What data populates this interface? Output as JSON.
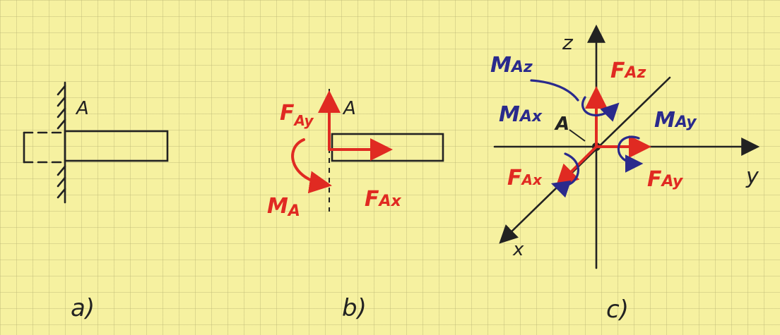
{
  "panel_a": {
    "point": "A",
    "caption": "a)"
  },
  "panel_b": {
    "point": "A",
    "caption": "b)",
    "fay_main": "F",
    "fay_sub": "Ay",
    "fax_main": "F",
    "fax_sub": "Ax",
    "ma_main": "M",
    "ma_sub": "A"
  },
  "panel_c": {
    "point": "A",
    "caption": "c)",
    "axis_z": "z",
    "axis_y": "y",
    "axis_x": "x",
    "faz_main": "F",
    "faz_sub": "Az",
    "fax_main": "F",
    "fax_sub": "Ax",
    "fay_main": "F",
    "fay_sub": "Ay",
    "maz_main": "M",
    "maz_sub": "Az",
    "max_main": "M",
    "max_sub": "Ax",
    "may_main": "M",
    "may_sub": "Ay"
  },
  "colors": {
    "ink": "#222222",
    "force_red": "#e02a22",
    "moment_blue": "#2a2a8c",
    "paper": "#f6f1a0"
  }
}
